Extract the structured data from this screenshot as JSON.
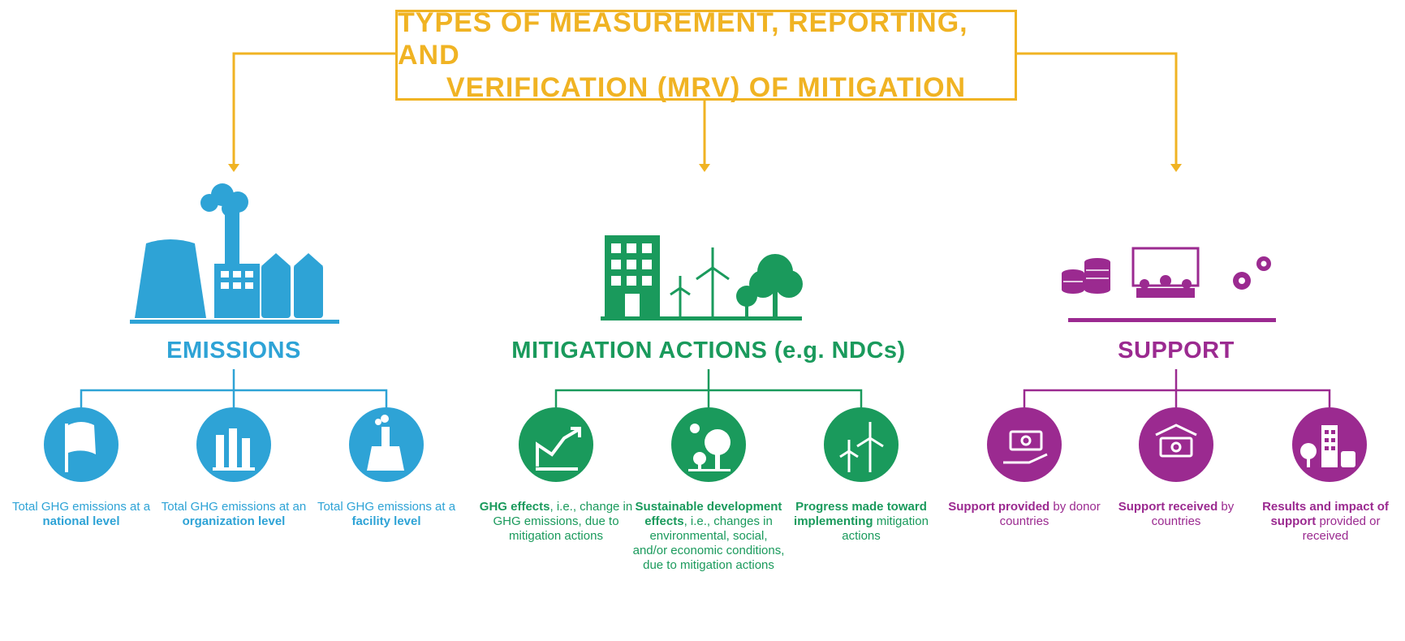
{
  "title": {
    "line1": "TYPES OF MEASUREMENT, REPORTING, AND",
    "line2": "VERIFICATION (MRV) OF MITIGATION"
  },
  "colors": {
    "title": "#f0b323",
    "emissions": "#2ea3d6",
    "mitigation": "#1a9a5c",
    "support": "#9b2a90"
  },
  "categories": [
    {
      "key": "emissions",
      "label": "EMISSIONS",
      "icon": "factory-icon",
      "items": [
        {
          "icon": "flag-icon",
          "pre": "Total GHG emissions at a ",
          "bold": "national level",
          "post": ""
        },
        {
          "icon": "organization-buildings-icon",
          "pre": "Total GHG emissions at an ",
          "bold": "organization level",
          "post": ""
        },
        {
          "icon": "facility-chimney-icon",
          "pre": "Total GHG emissions at a ",
          "bold": "facility level",
          "post": ""
        }
      ]
    },
    {
      "key": "mitigation",
      "label": "MITIGATION ACTIONS (e.g. NDCs)",
      "icon": "green-city-icon",
      "items": [
        {
          "icon": "trend-chart-icon",
          "pre": "",
          "bold": "GHG effects",
          "post": ", i.e., change in GHG emissions, due to mitigation actions"
        },
        {
          "icon": "tree-sun-icon",
          "pre": "",
          "bold": "Sustainable development effects",
          "post": ", i.e., changes in environmental, social, and/or economic conditions, due to mitigation actions"
        },
        {
          "icon": "wind-turbines-icon",
          "pre": "",
          "bold": "Progress made toward implementing",
          "post": " mitigation actions"
        }
      ]
    },
    {
      "key": "support",
      "label": "SUPPORT",
      "icon": "finance-meeting-icon",
      "items": [
        {
          "icon": "money-hand-icon",
          "pre": "",
          "bold": "Support provided",
          "post": " by donor countries"
        },
        {
          "icon": "money-receive-icon",
          "pre": "",
          "bold": "Support received",
          "post": " by countries"
        },
        {
          "icon": "city-results-icon",
          "pre": "",
          "bold": "Results and impact of support",
          "post": " provided or received"
        }
      ]
    }
  ]
}
